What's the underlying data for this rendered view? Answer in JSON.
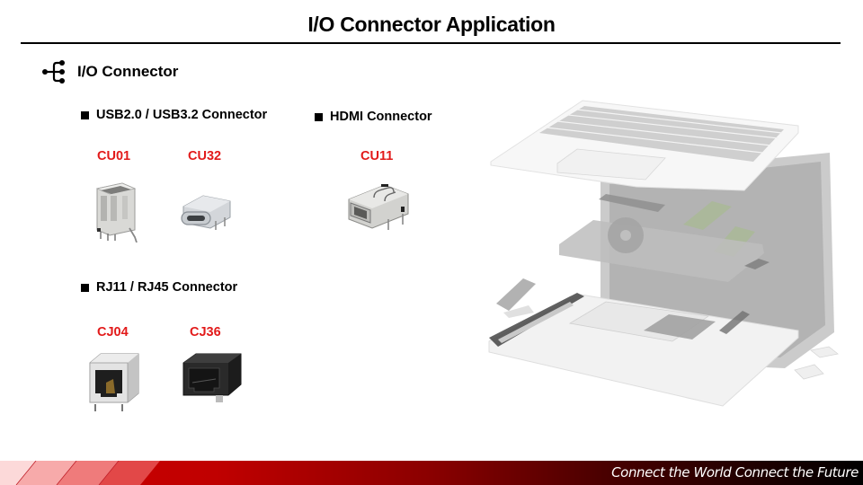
{
  "page": {
    "title": "I/O Connector Application",
    "section": {
      "icon": "tree-structure-icon",
      "label": "I/O Connector"
    }
  },
  "groups": [
    {
      "title": "USB2.0 / USB3.2 Connector",
      "parts": [
        {
          "code": "CU01",
          "image": "usb-type-a-connector-image"
        },
        {
          "code": "CU32",
          "image": "usb-type-c-connector-image"
        }
      ]
    },
    {
      "title": "HDMI Connector",
      "parts": [
        {
          "code": "CU11",
          "image": "hdmi-connector-image"
        }
      ]
    },
    {
      "title": "RJ11 / RJ45 Connector",
      "parts": [
        {
          "code": "CJ04",
          "image": "rj45-white-connector-image"
        },
        {
          "code": "CJ36",
          "image": "rj45-black-connector-image"
        }
      ]
    }
  ],
  "illustration": {
    "name": "exploded-laptop-illustration"
  },
  "footer": {
    "tagline": "Connect the World Connect the Future"
  },
  "colors": {
    "part_code": "#e21a1a",
    "footer_red": "#cc0000",
    "footer_dark": "#000000"
  }
}
